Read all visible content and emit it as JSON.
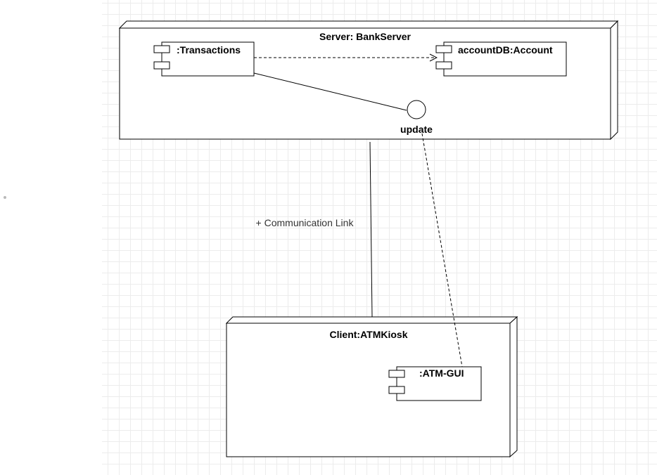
{
  "nodes": {
    "server": {
      "label": "Server: BankServer"
    },
    "client": {
      "label": "Client:ATMKiosk"
    }
  },
  "components": {
    "transactions": {
      "label": ":Transactions"
    },
    "account": {
      "label": "accountDB:Account"
    },
    "atm_gui": {
      "label": ":ATM-GUI"
    }
  },
  "interface": {
    "label": "update"
  },
  "links": {
    "communication": {
      "label": "+ Communication Link"
    }
  },
  "colors": {
    "stroke": "#000000",
    "grid": "#ececec",
    "background": "#ffffff"
  }
}
